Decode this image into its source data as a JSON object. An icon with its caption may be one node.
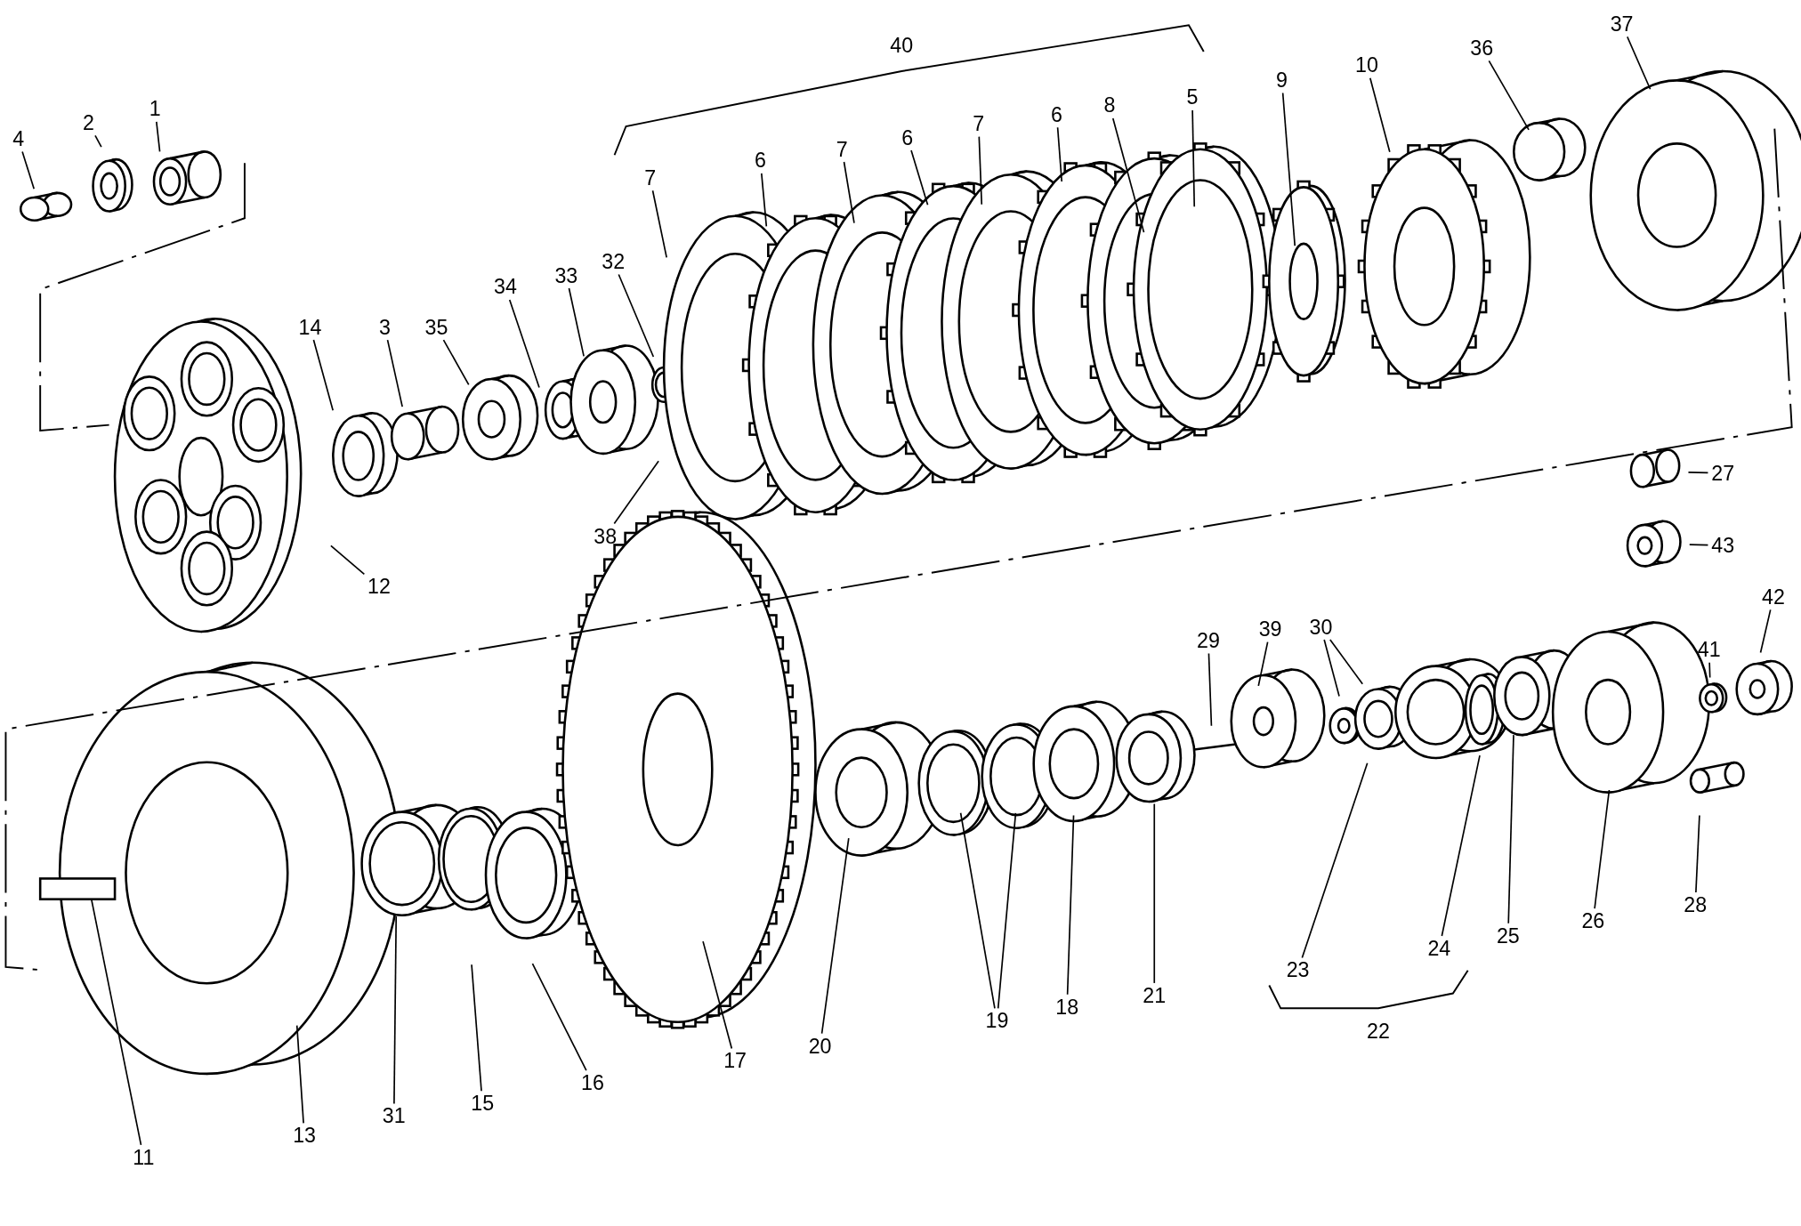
{
  "diagram": {
    "nodes": [
      {
        "text": [
          "4"
        ]
      },
      {
        "text": [
          "2"
        ]
      },
      {
        "text": [
          "1"
        ]
      },
      {
        "text": [
          "14"
        ]
      },
      {
        "text": [
          "3"
        ]
      },
      {
        "text": [
          "35"
        ]
      },
      {
        "text": [
          "34"
        ]
      },
      {
        "text": [
          "33"
        ]
      },
      {
        "text": [
          "32"
        ]
      },
      {
        "text": [
          "7"
        ]
      },
      {
        "text": [
          "6"
        ]
      },
      {
        "text": [
          "7"
        ]
      },
      {
        "text": [
          "6"
        ]
      },
      {
        "text": [
          "7"
        ]
      },
      {
        "text": [
          "6"
        ]
      },
      {
        "text": [
          "8"
        ]
      },
      {
        "text": [
          "5"
        ]
      },
      {
        "text": [
          "9"
        ]
      },
      {
        "text": [
          "10"
        ]
      },
      {
        "text": [
          "36"
        ]
      },
      {
        "text": [
          "37"
        ]
      },
      {
        "text": [
          "38"
        ]
      },
      {
        "text": [
          "12"
        ]
      },
      {
        "text": [
          "27"
        ]
      },
      {
        "text": [
          "43"
        ]
      },
      {
        "text": [
          "41"
        ]
      },
      {
        "text": [
          "42"
        ]
      },
      {
        "text": [
          "29"
        ]
      },
      {
        "text": [
          "39"
        ]
      },
      {
        "text": [
          "30"
        ]
      },
      {
        "text": [
          "23"
        ]
      },
      {
        "text": [
          "24"
        ]
      },
      {
        "text": [
          "25"
        ]
      },
      {
        "text": [
          "26"
        ]
      },
      {
        "text": [
          "28"
        ]
      },
      {
        "text": [
          "21"
        ]
      },
      {
        "text": [
          "18"
        ]
      },
      {
        "text": [
          "19"
        ]
      },
      {
        "text": [
          "20"
        ]
      },
      {
        "text": [
          "17"
        ]
      },
      {
        "text": [
          "16"
        ]
      },
      {
        "text": [
          "15"
        ]
      },
      {
        "text": [
          "31"
        ]
      },
      {
        "text": [
          "13"
        ]
      },
      {
        "text": [
          "11"
        ]
      }
    ],
    "edges": [
      {
        "from": 0,
        "to": null,
        "arrow": "none"
      },
      {
        "from": 1,
        "to": null,
        "arrow": "none"
      },
      {
        "from": 2,
        "to": null,
        "arrow": "none"
      },
      {
        "from": 3,
        "to": null,
        "arrow": "none"
      },
      {
        "from": 4,
        "to": null,
        "arrow": "none"
      },
      {
        "from": 5,
        "to": null,
        "arrow": "none"
      },
      {
        "from": 6,
        "to": null,
        "arrow": "none"
      },
      {
        "from": 7,
        "to": null,
        "arrow": "none"
      },
      {
        "from": 8,
        "to": null,
        "arrow": "none"
      },
      {
        "from": 9,
        "to": null,
        "arrow": "none"
      },
      {
        "from": 10,
        "to": null,
        "arrow": "none"
      },
      {
        "from": 11,
        "to": null,
        "arrow": "none"
      },
      {
        "from": 12,
        "to": null,
        "arrow": "none"
      },
      {
        "from": 13,
        "to": null,
        "arrow": "none"
      },
      {
        "from": 14,
        "to": null,
        "arrow": "none"
      },
      {
        "from": 15,
        "to": null,
        "arrow": "none"
      },
      {
        "from": 16,
        "to": null,
        "arrow": "none"
      },
      {
        "from": 17,
        "to": null,
        "arrow": "none"
      },
      {
        "from": 18,
        "to": null,
        "arrow": "none"
      },
      {
        "from": 19,
        "to": null,
        "arrow": "none"
      },
      {
        "from": 20,
        "to": null,
        "arrow": "none"
      },
      {
        "from": 21,
        "to": null,
        "arrow": "none"
      },
      {
        "from": 22,
        "to": null,
        "arrow": "none"
      },
      {
        "from": 23,
        "to": null,
        "arrow": "none"
      },
      {
        "from": 24,
        "to": null,
        "arrow": "none"
      },
      {
        "from": 25,
        "to": null,
        "arrow": "none"
      },
      {
        "from": 26,
        "to": null,
        "arrow": "none"
      },
      {
        "from": 27,
        "to": null,
        "arrow": "none"
      },
      {
        "from": 28,
        "to": null,
        "arrow": "none"
      },
      {
        "from": 29,
        "to": null,
        "arrow": "none"
      },
      {
        "from": 30,
        "to": null,
        "arrow": "none"
      },
      {
        "from": 31,
        "to": null,
        "arrow": "none"
      },
      {
        "from": 32,
        "to": null,
        "arrow": "none"
      },
      {
        "from": 33,
        "to": null,
        "arrow": "none"
      },
      {
        "from": 34,
        "to": null,
        "arrow": "none"
      },
      {
        "from": 35,
        "to": null,
        "arrow": "none"
      },
      {
        "from": 36,
        "to": null,
        "arrow": "none"
      },
      {
        "from": 37,
        "to": null,
        "arrow": "none"
      },
      {
        "from": 38,
        "to": null,
        "arrow": "none"
      },
      {
        "from": 39,
        "to": null,
        "arrow": "none"
      },
      {
        "from": 40,
        "to": null,
        "arrow": "none"
      },
      {
        "from": 41,
        "to": null,
        "arrow": "none"
      },
      {
        "from": 42,
        "to": null,
        "arrow": "none"
      },
      {
        "from": 43,
        "to": null,
        "arrow": "none"
      },
      {
        "from": 44,
        "to": null,
        "arrow": "none"
      },
      {
        "from": 29,
        "to": null,
        "arrow": "none"
      },
      {
        "from": 37,
        "to": null,
        "arrow": "none"
      }
    ],
    "labels": [
      "40",
      "22"
    ]
  }
}
